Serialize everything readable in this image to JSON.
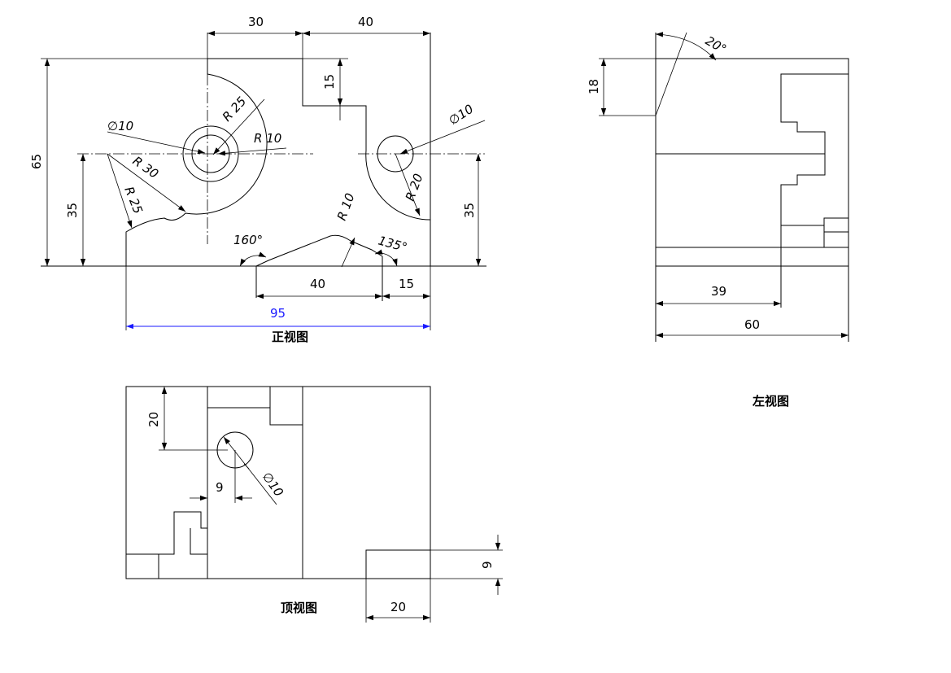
{
  "views": {
    "front": {
      "caption": "正视图",
      "dims": {
        "top_30": "30",
        "top_40": "40",
        "h15": "15",
        "h65": "65",
        "left35": "35",
        "right35": "35",
        "phi10_left": "∅10",
        "phi10_right": "∅10",
        "r25_top": "R 25",
        "r10": "R 10",
        "r30": "R 30",
        "r25_low": "R 25",
        "r20": "R 20",
        "r10_notch": "R 10",
        "ang160": "160°",
        "ang135": "135°",
        "bot40": "40",
        "bot15": "15",
        "overall95": "95"
      }
    },
    "left": {
      "caption": "左视图",
      "dims": {
        "ang20": "20°",
        "h18": "18",
        "w39": "39",
        "w60": "60"
      }
    },
    "top": {
      "caption": "顶视图",
      "dims": {
        "v20": "20",
        "h9": "9",
        "phi10": "∅10",
        "v9": "9",
        "w20": "20"
      }
    }
  },
  "colors": {
    "line": "#000000",
    "overall_dimension": "#1a1aff",
    "background": "#ffffff"
  }
}
